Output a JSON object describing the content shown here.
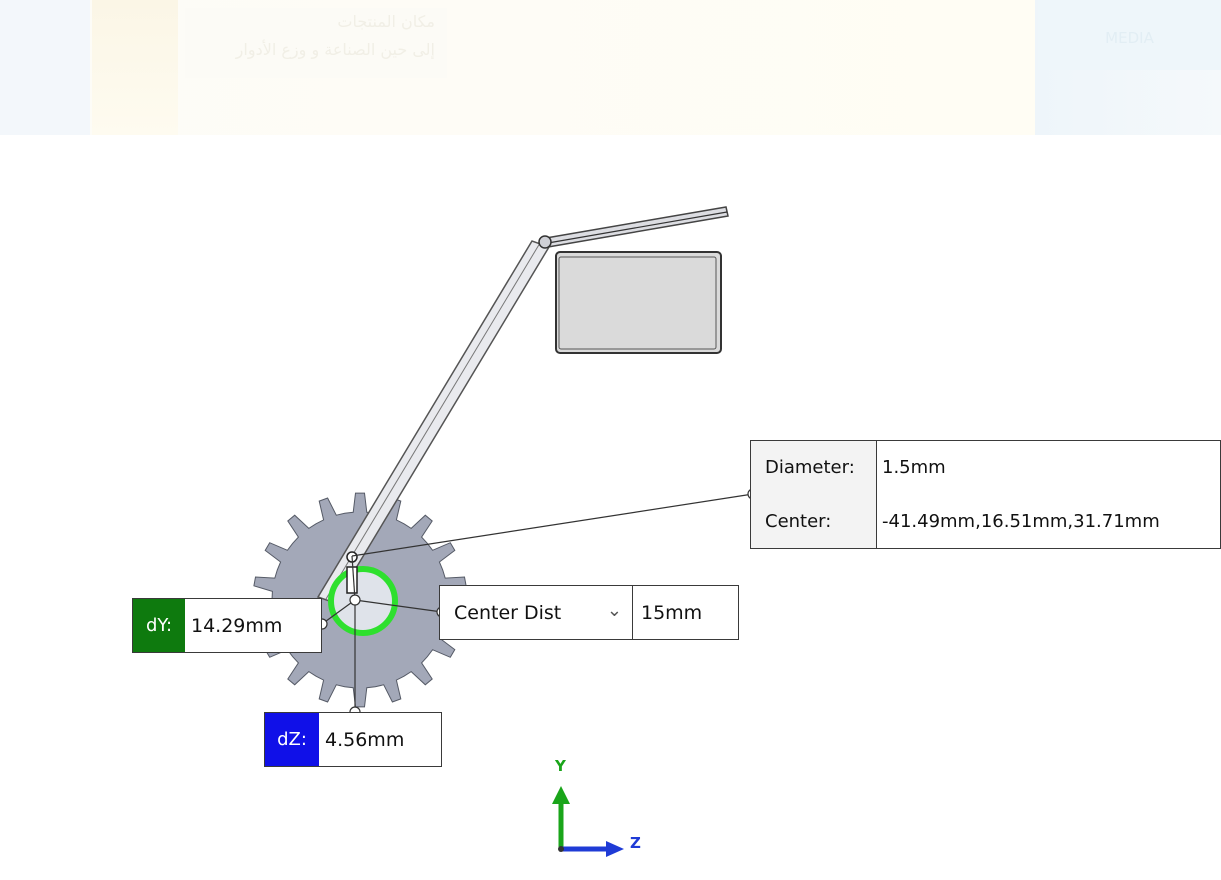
{
  "banner": {
    "arabic_line1": "مكان المنتجات",
    "arabic_line2": "إلى حين الصناعة و وزع الأدوار",
    "media_label": "MEDIA"
  },
  "measure": {
    "diameter_label": "Diameter:",
    "diameter_value": "1.5mm",
    "center_label": "Center:",
    "center_value": "-41.49mm,16.51mm,31.71mm",
    "dy_label": "dY:",
    "dy_value": "14.29mm",
    "dz_label": "dZ:",
    "dz_value": "4.56mm",
    "distance_mode": "Center Dist",
    "distance_value": "15mm"
  },
  "triad": {
    "y_label": "Y",
    "z_label": "Z",
    "y_color": "#1aa51a",
    "z_color": "#1f3bd6"
  },
  "colors": {
    "dy_badge": "#0e7a0e",
    "dz_badge": "#1010e8",
    "gear_fill": "#a3a8b8",
    "selection_ring": "#2ee02e"
  },
  "icons": {
    "chevron": "chevron-down-icon"
  }
}
